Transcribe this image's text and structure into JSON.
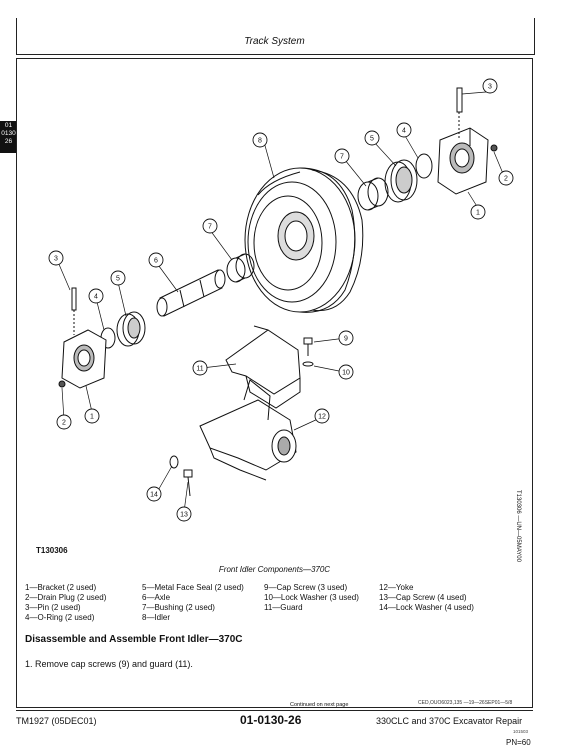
{
  "header": {
    "title": "Track System"
  },
  "side_tab": {
    "line1": "01",
    "line2": "0130",
    "line3": "26"
  },
  "figure": {
    "id": "T130306",
    "side_code": "T130306 —UN—05MAY00",
    "caption": "Front Idler Components—370C",
    "callouts": [
      "1",
      "1",
      "2",
      "2",
      "3",
      "3",
      "4",
      "4",
      "5",
      "5",
      "6",
      "7",
      "7",
      "8",
      "9",
      "10",
      "11",
      "12",
      "13",
      "14"
    ]
  },
  "legend": {
    "col1": [
      "1—Bracket (2 used)",
      "2—Drain Plug (2 used)",
      "3—Pin (2 used)",
      "4—O-Ring (2 used)"
    ],
    "col2": [
      "5—Metal Face Seal (2 used)",
      "6—Axle",
      "7—Bushing (2 used)",
      "8—Idler"
    ],
    "col3": [
      "9—Cap Screw (3 used)",
      "10—Lock Washer (3 used)",
      "11—Guard"
    ],
    "col4": [
      "12—Yoke",
      "13—Cap Screw (4 used)",
      "14—Lock Washer (4 used)"
    ]
  },
  "section": {
    "title": "Disassemble and Assemble Front Idler—370C",
    "step1": "1.  Remove cap screws (9) and guard (11)."
  },
  "continued": "Continued on next page",
  "reference": "CED,OUO6023,135   —19—26SEP01—5/8",
  "footer": {
    "left": "TM1927 (05DEC01)",
    "center": "01-0130-26",
    "right": "330CLC and 370C Excavator Repair",
    "small": "101503",
    "page": "PN=60"
  }
}
